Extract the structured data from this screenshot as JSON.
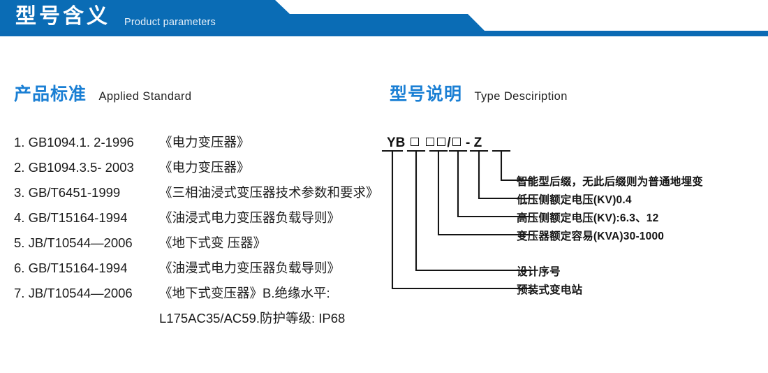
{
  "banner": {
    "title": "型号含义",
    "subtitle": "Product parameters",
    "bar_color": "#0b6ab4",
    "accent_color": "#0a6cb5"
  },
  "sections": {
    "standard": {
      "cn": "产品标准",
      "en": "Applied Standard"
    },
    "type": {
      "cn": "型号说明",
      "en": "Type Desciription"
    }
  },
  "standards": [
    {
      "index": "1.",
      "code": "GB1094.1. 2-1996",
      "name": "《电力变压器》"
    },
    {
      "index": "2.",
      "code": "GB1094.3.5- 2003",
      "name": "《电力变压器》"
    },
    {
      "index": "3.",
      "code": "GB/T6451-1999",
      "name": "《三相油浸式变压器技术参数和要求》"
    },
    {
      "index": "4.",
      "code": "GB/T15164-1994",
      "name": "《油浸式电力变压器负载导则》"
    },
    {
      "index": "5.",
      "code": "JB/T10544—2006",
      "name": "《地下式变 压器》"
    },
    {
      "index": "6.",
      "code": "GB/T15164-1994",
      "name": "《油漫式电力变压器负载导则》"
    },
    {
      "index": "7.",
      "code": "JB/T10544—2006",
      "name": "《地下式变压器》B.绝缘水平:"
    },
    {
      "index": "",
      "code": "",
      "name": "L175AC35/AC59.防护等级: IP68"
    }
  ],
  "type_code": {
    "prefix": "YB",
    "segments": [
      "box",
      "box",
      "box",
      "slash",
      "box",
      "dash",
      "Z"
    ],
    "display": "YB □ □□/□ - Z"
  },
  "callouts": [
    {
      "key": "suffix",
      "text": "智能型后缀，无此后缀则为普通地埋变"
    },
    {
      "key": "lv-voltage",
      "text": "低压侧额定电压(KV)0.4"
    },
    {
      "key": "hv-voltage",
      "text": "高压侧额定电压(KV):6.3、12"
    },
    {
      "key": "capacity",
      "text": "变压器额定容易(KVA)30-1000"
    },
    {
      "key": "design-serial",
      "text": "设计序号"
    },
    {
      "key": "substation",
      "text": "预装式变电站"
    }
  ]
}
